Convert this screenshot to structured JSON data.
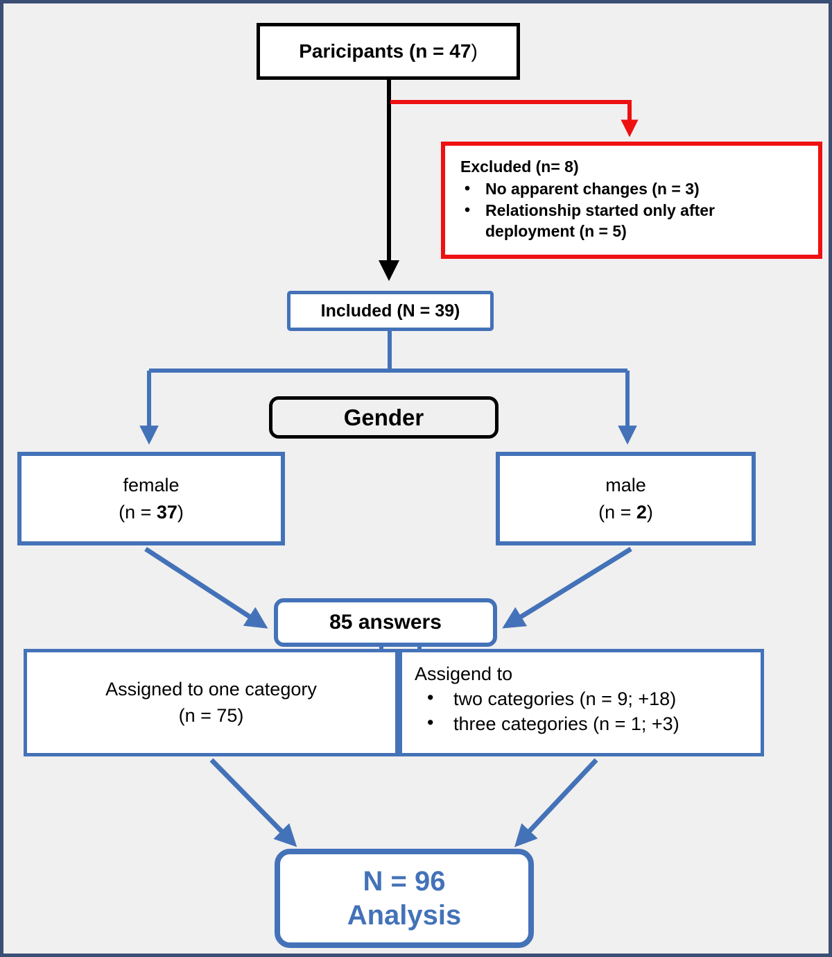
{
  "figure": {
    "type": "flowchart",
    "background_color": "#f0f0f0",
    "border_color": "#3b4e74",
    "colors": {
      "black": "#000000",
      "red": "#ee1111",
      "blue": "#4472b8"
    }
  },
  "nodes": {
    "participants": {
      "label_main": "Paricipants (n = 47",
      "label_close": ")"
    },
    "excluded": {
      "title": "Excluded (n= 8)",
      "bullet_glyph": "•",
      "items": [
        "No apparent changes (n = 3)",
        "Relationship started only after deployment (n = 5)"
      ]
    },
    "included": {
      "label": "Included (N = 39)"
    },
    "gender": {
      "label": "Gender"
    },
    "female": {
      "line1": "female",
      "line2_pre": "(n = ",
      "line2_num": "37",
      "line2_post": ")"
    },
    "male": {
      "line1": "male",
      "line2_pre": "(n = ",
      "line2_num": "2",
      "line2_post": ")"
    },
    "answers": {
      "label": "85 answers"
    },
    "one_category": {
      "line1": "Assigned to one category",
      "line2": "(n = 75)"
    },
    "multi_category": {
      "title": "Assigend to",
      "bullet_glyph": "•",
      "items": [
        "two categories (n = 9; +18)",
        "three categories (n = 1; +3)"
      ]
    },
    "analysis": {
      "line1": "N = 96",
      "line2": "Analysis"
    }
  }
}
